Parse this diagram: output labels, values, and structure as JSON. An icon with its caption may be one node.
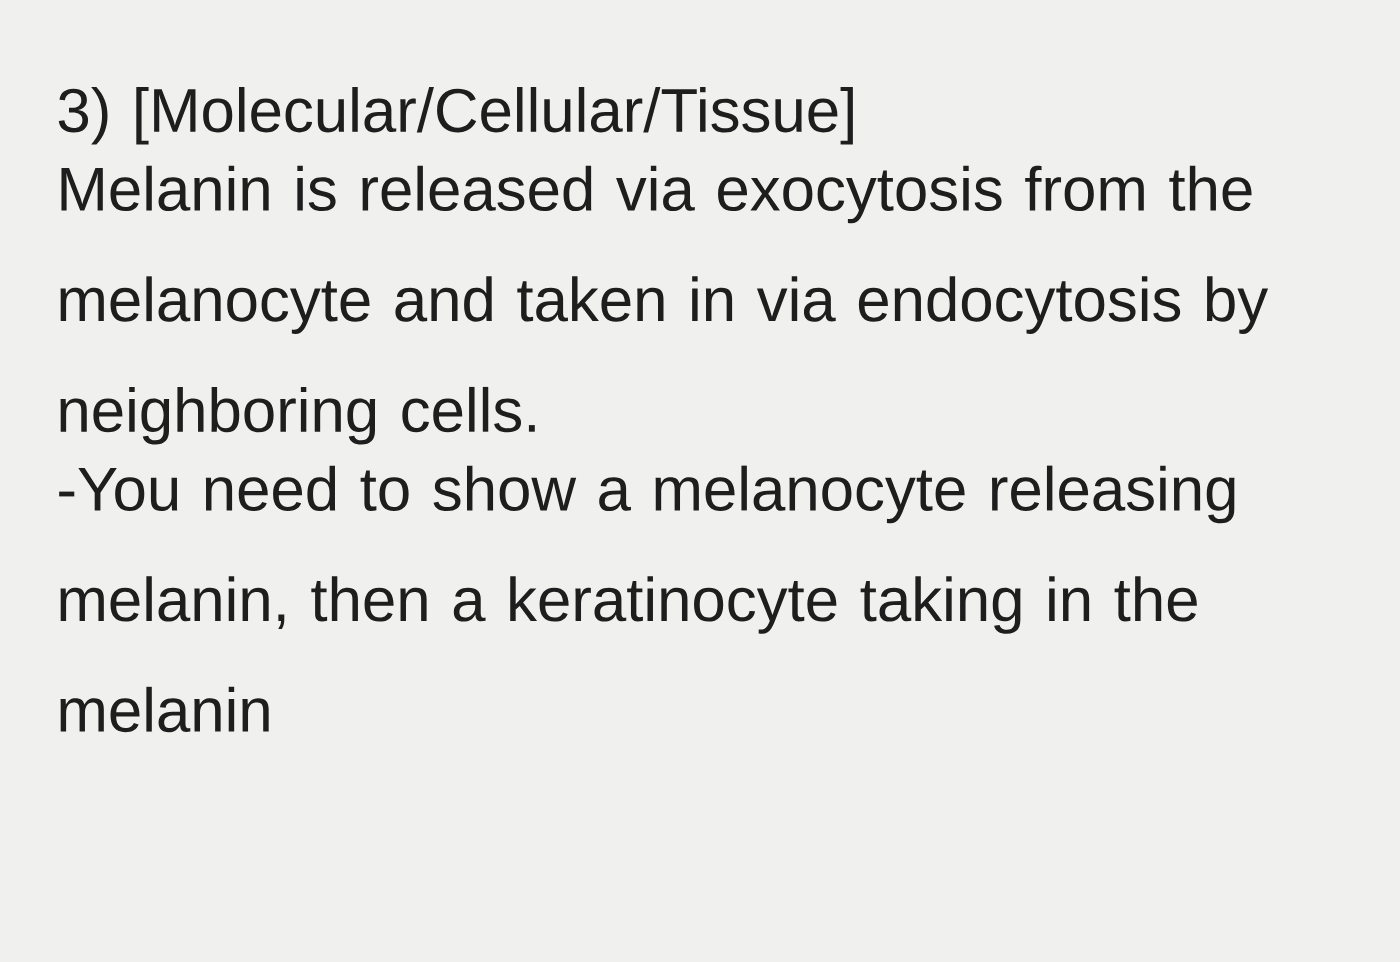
{
  "diagram": {
    "title": "3) [Molecular/Cellular/Tissue]",
    "labels": [
      "Melanin is released via exocytosis from the melanocyte and taken in via endocytosis by neighboring cells.",
      "-You need to show a melanocyte releasing melanin, then a keratinocyte taking in the melanin"
    ]
  }
}
